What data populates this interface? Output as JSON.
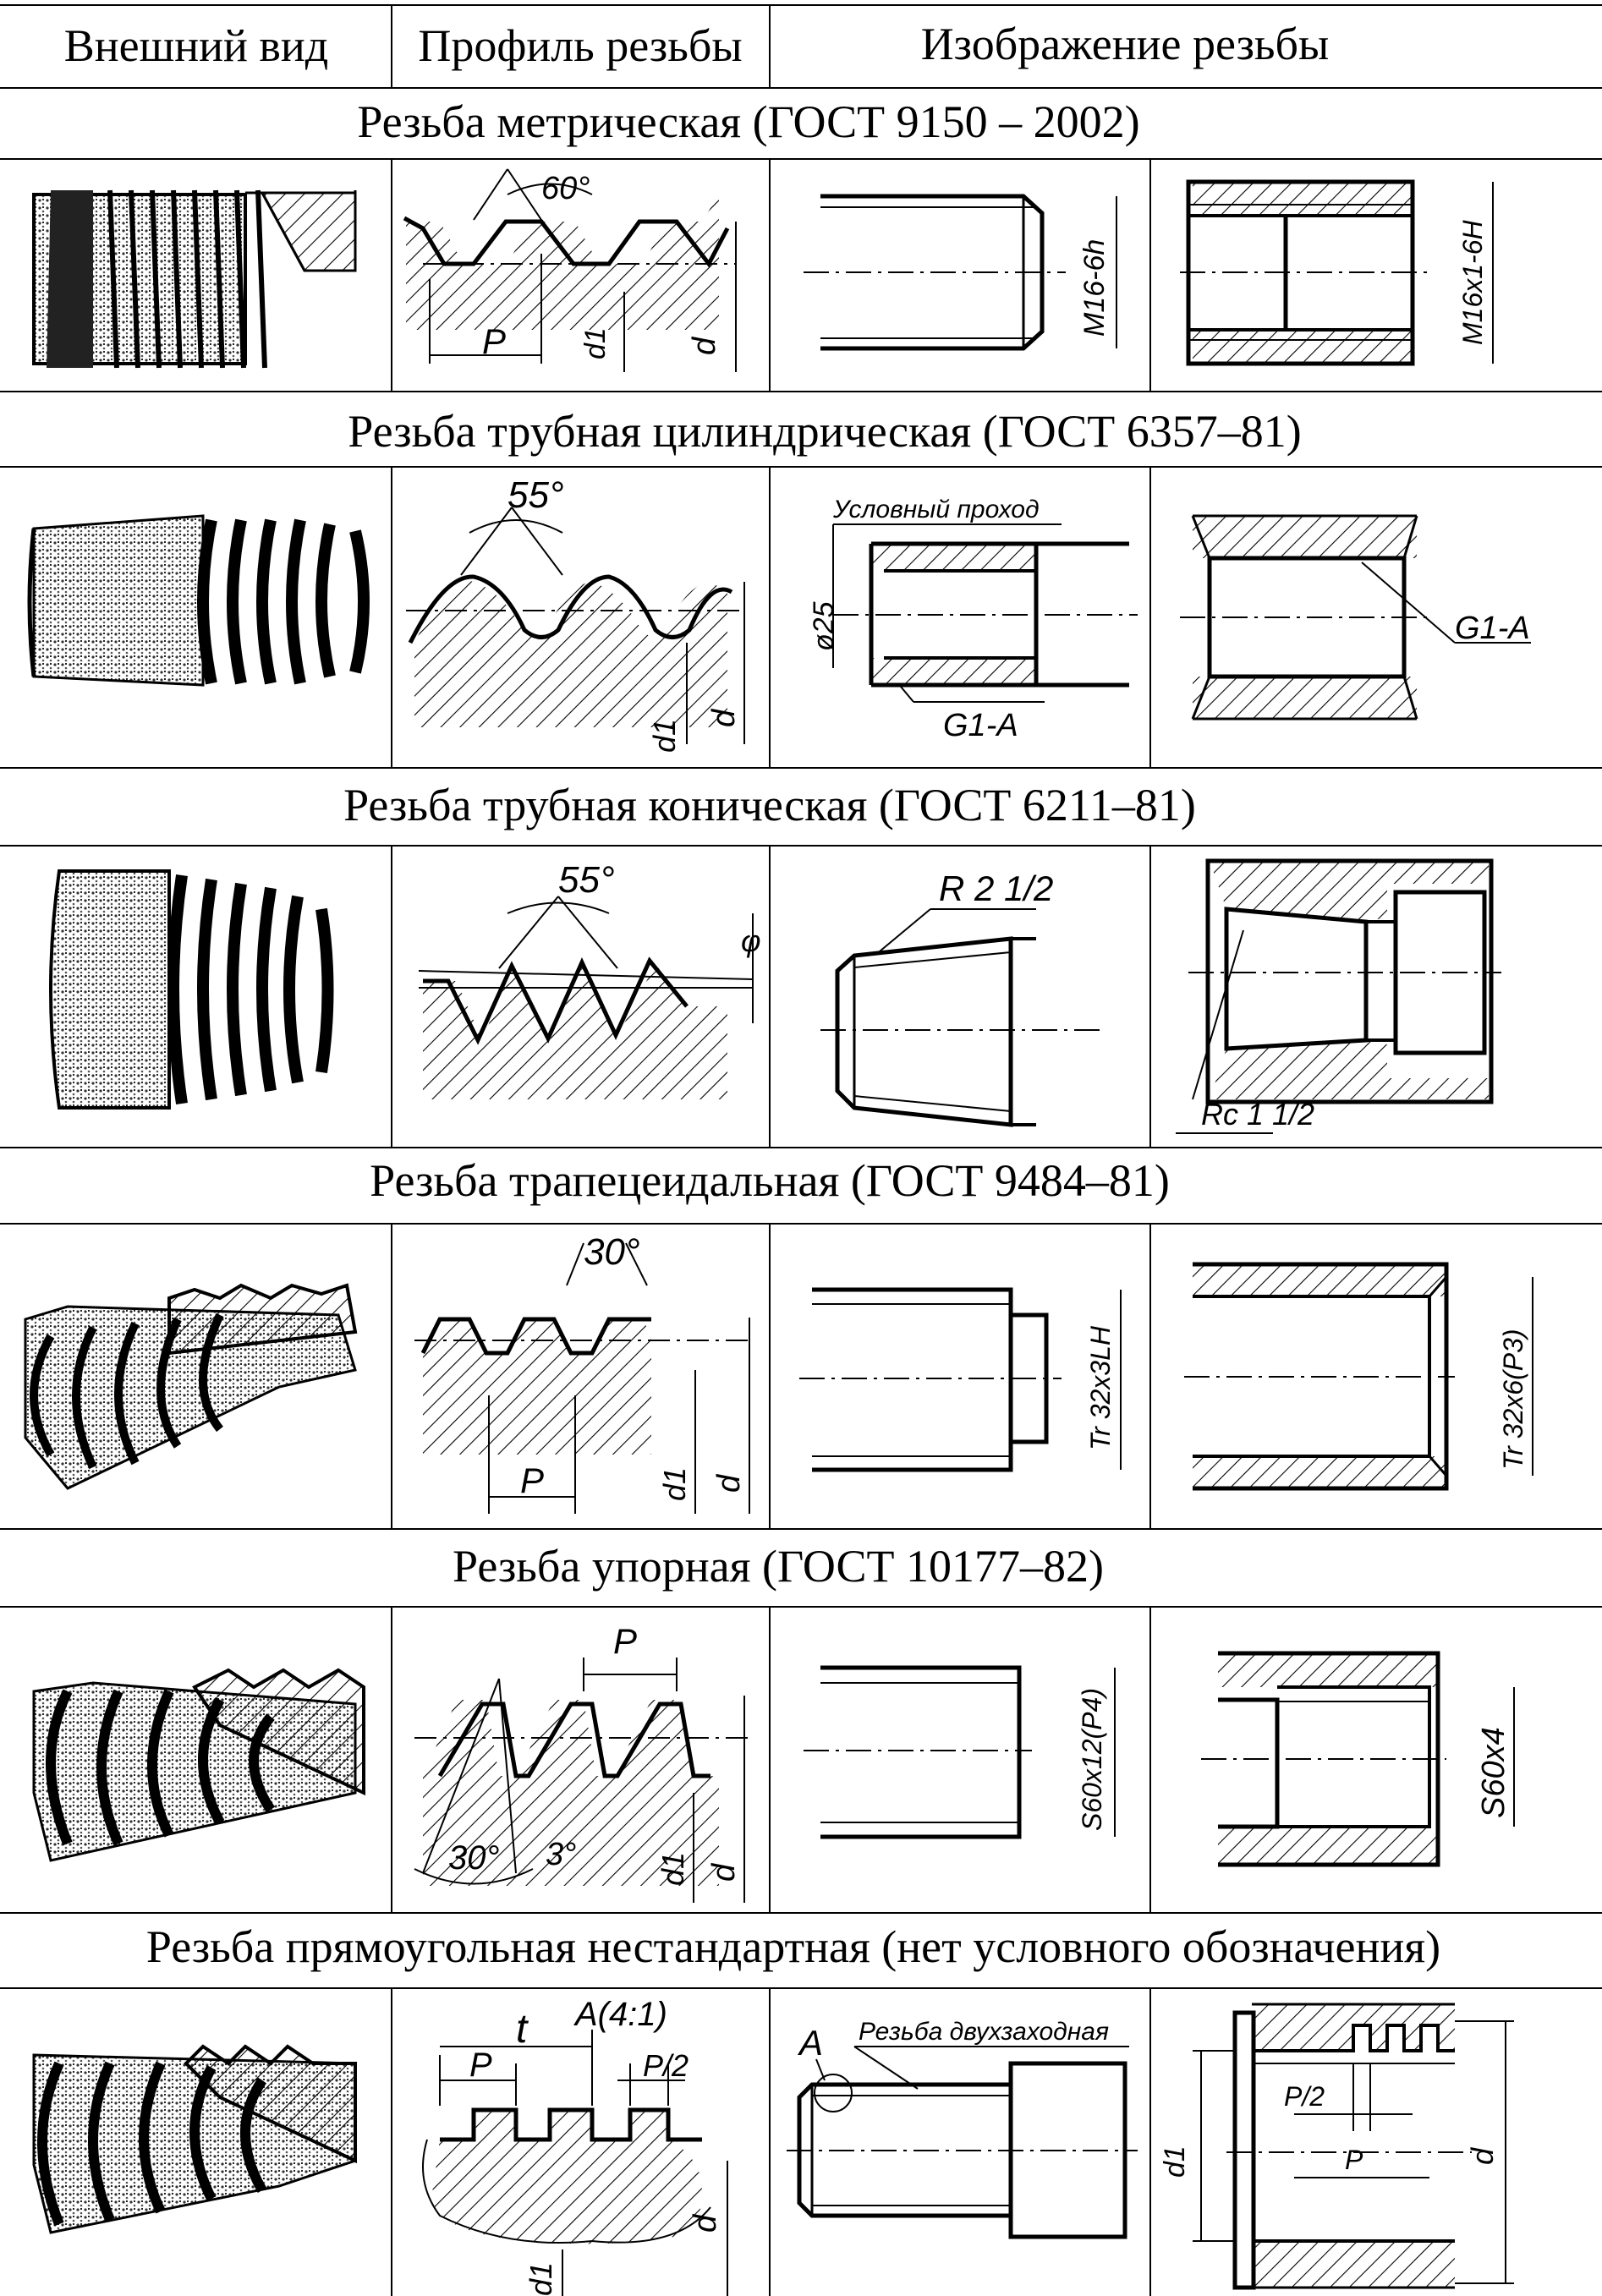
{
  "header": {
    "col1": "Внешний вид",
    "col2": "Профиль резьбы",
    "col3": "Изображение резьбы"
  },
  "rows": [
    {
      "title": "Резьба метрическая (ГОСТ 9150 – 2002)",
      "angle": "60°",
      "labels": {
        "pitch": "P",
        "d1": "d1",
        "d": "d",
        "ext": "M16-6h",
        "int": "M16x1-6H"
      }
    },
    {
      "title": "Резьба трубная цилиндрическая (ГОСТ 6357–81)",
      "angle": "55°",
      "labels": {
        "note": "Условный проход",
        "dia": "ø25",
        "ext": "G1-A",
        "int": "G1-A",
        "d1": "d1",
        "d": "d"
      }
    },
    {
      "title": "Резьба трубная коническая (ГОСТ 6211–81)",
      "angle": "55°",
      "labels": {
        "phi": "φ",
        "ext": "R 2 1/2",
        "int": "Rc 1 1/2"
      }
    },
    {
      "title": "Резьба трапецеидальная (ГОСТ 9484–81)",
      "angle": "30°",
      "labels": {
        "pitch": "P",
        "d1": "d1",
        "d": "d",
        "ext": "Tr 32x3LH",
        "int": "Tr 32x6(P3)"
      }
    },
    {
      "title": "Резьба упорная (ГОСТ 10177–82)",
      "angle": "30°",
      "angle2": "3°",
      "labels": {
        "pitch": "P",
        "d1": "d1",
        "d": "d",
        "ext": "S60x12(P4)",
        "int": "S60x4"
      }
    },
    {
      "title": "Резьба прямоугольная нестандартная (нет условного обозначения)",
      "labels": {
        "scale": "A(4:1)",
        "t": "t",
        "pitch": "P",
        "half": "P/2",
        "a": "A",
        "note": "Резьба двухзаходная",
        "d1": "d1",
        "d": "d",
        "p2": "P/2",
        "p": "P"
      }
    }
  ]
}
